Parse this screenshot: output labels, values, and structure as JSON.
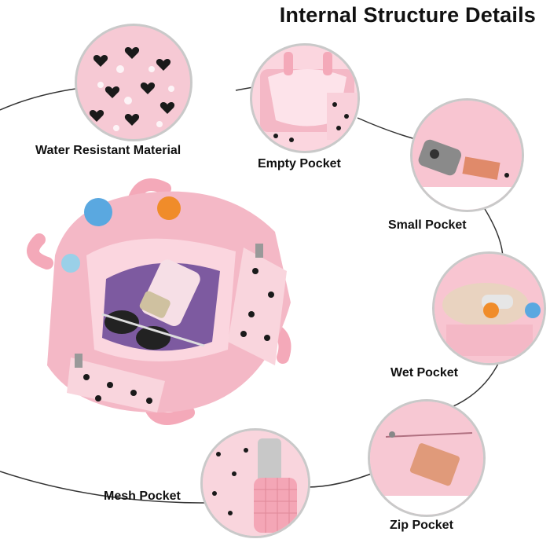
{
  "title": "Internal Structure Details",
  "labels": {
    "water_resistant": "Water Resistant Material",
    "empty_pocket": "Empty Pocket",
    "small_pocket": "Small Pocket",
    "wet_pocket": "Wet Pocket",
    "zip_pocket": "Zip Pocket",
    "mesh_pocket": "Mesh Pocket"
  },
  "colors": {
    "bag_pink": "#f4b8c6",
    "light_pink": "#fbd6df",
    "lining_purple": "#7d5aa0",
    "print_black": "#1a1a1a",
    "connector_line": "#333333"
  }
}
